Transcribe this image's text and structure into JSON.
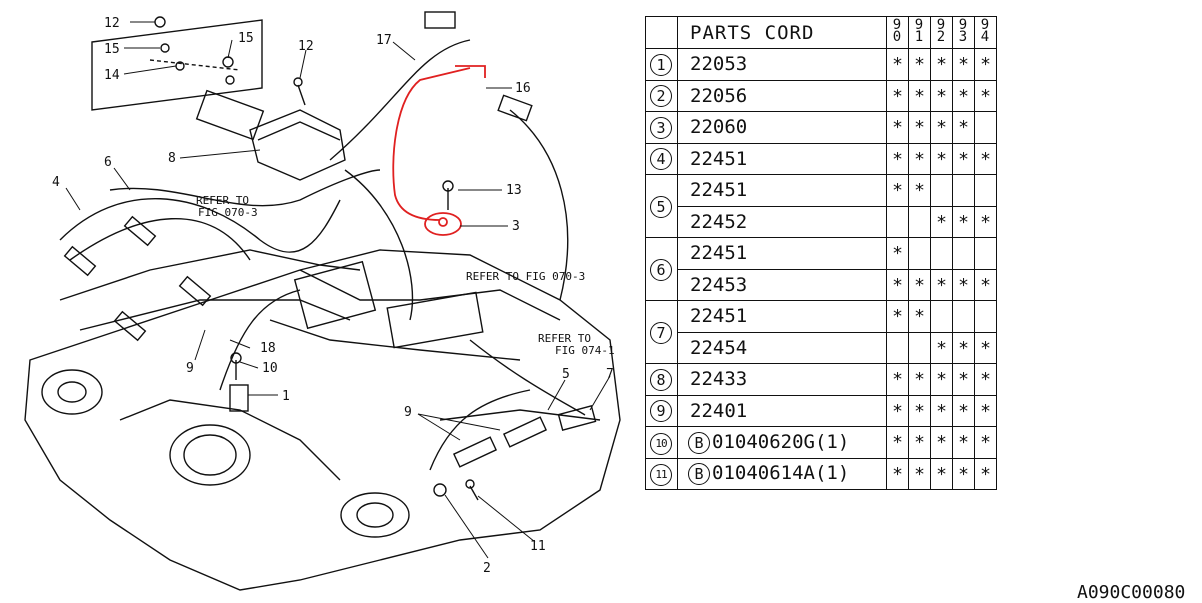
{
  "diagram": {
    "callouts": [
      "12",
      "15",
      "15",
      "14",
      "12",
      "17",
      "16",
      "8",
      "13",
      "3",
      "4",
      "6",
      "18",
      "10",
      "1",
      "9",
      "5",
      "7",
      "9",
      "2",
      "11"
    ],
    "notes": {
      "refer_070_a": "REFER TO",
      "refer_070_b": "FIG 070-3",
      "refer_070_c": "REFER TO FIG 070-3",
      "refer_074_a": "REFER TO",
      "refer_074_b": "FIG 074-1"
    },
    "highlight_color": "#e02020",
    "line_color": "#111111"
  },
  "table": {
    "header": {
      "title": "PARTS CORD",
      "years": [
        "90",
        "91",
        "92",
        "93",
        "94"
      ]
    },
    "groups": [
      {
        "no": "1",
        "rows": [
          {
            "part": "22053",
            "marks": [
              "*",
              "*",
              "*",
              "*",
              "*"
            ]
          }
        ]
      },
      {
        "no": "2",
        "rows": [
          {
            "part": "22056",
            "marks": [
              "*",
              "*",
              "*",
              "*",
              "*"
            ]
          }
        ]
      },
      {
        "no": "3",
        "rows": [
          {
            "part": "22060",
            "marks": [
              "*",
              "*",
              "*",
              "*",
              ""
            ]
          }
        ]
      },
      {
        "no": "4",
        "rows": [
          {
            "part": "22451",
            "marks": [
              "*",
              "*",
              "*",
              "*",
              "*"
            ]
          }
        ]
      },
      {
        "no": "5",
        "rows": [
          {
            "part": "22451",
            "marks": [
              "*",
              "*",
              "",
              "",
              ""
            ]
          },
          {
            "part": "22452",
            "marks": [
              "",
              "",
              "*",
              "*",
              "*"
            ]
          }
        ]
      },
      {
        "no": "6",
        "rows": [
          {
            "part": "22451",
            "marks": [
              "*",
              "",
              "",
              "",
              ""
            ]
          },
          {
            "part": "22453",
            "marks": [
              "*",
              "*",
              "*",
              "*",
              "*"
            ]
          }
        ]
      },
      {
        "no": "7",
        "rows": [
          {
            "part": "22451",
            "marks": [
              "*",
              "*",
              "",
              "",
              ""
            ]
          },
          {
            "part": "22454",
            "marks": [
              "",
              "",
              "*",
              "*",
              "*"
            ]
          }
        ]
      },
      {
        "no": "8",
        "rows": [
          {
            "part": "22433",
            "marks": [
              "*",
              "*",
              "*",
              "*",
              "*"
            ]
          }
        ]
      },
      {
        "no": "9",
        "rows": [
          {
            "part": "22401",
            "marks": [
              "*",
              "*",
              "*",
              "*",
              "*"
            ]
          }
        ]
      },
      {
        "no": "10",
        "rows": [
          {
            "prefix": "B",
            "part": "01040620G(1)",
            "marks": [
              "*",
              "*",
              "*",
              "*",
              "*"
            ]
          }
        ]
      },
      {
        "no": "11",
        "rows": [
          {
            "prefix": "B",
            "part": "01040614A(1)",
            "marks": [
              "*",
              "*",
              "*",
              "*",
              "*"
            ]
          }
        ]
      }
    ]
  },
  "footer": {
    "code": "A090C00080"
  }
}
